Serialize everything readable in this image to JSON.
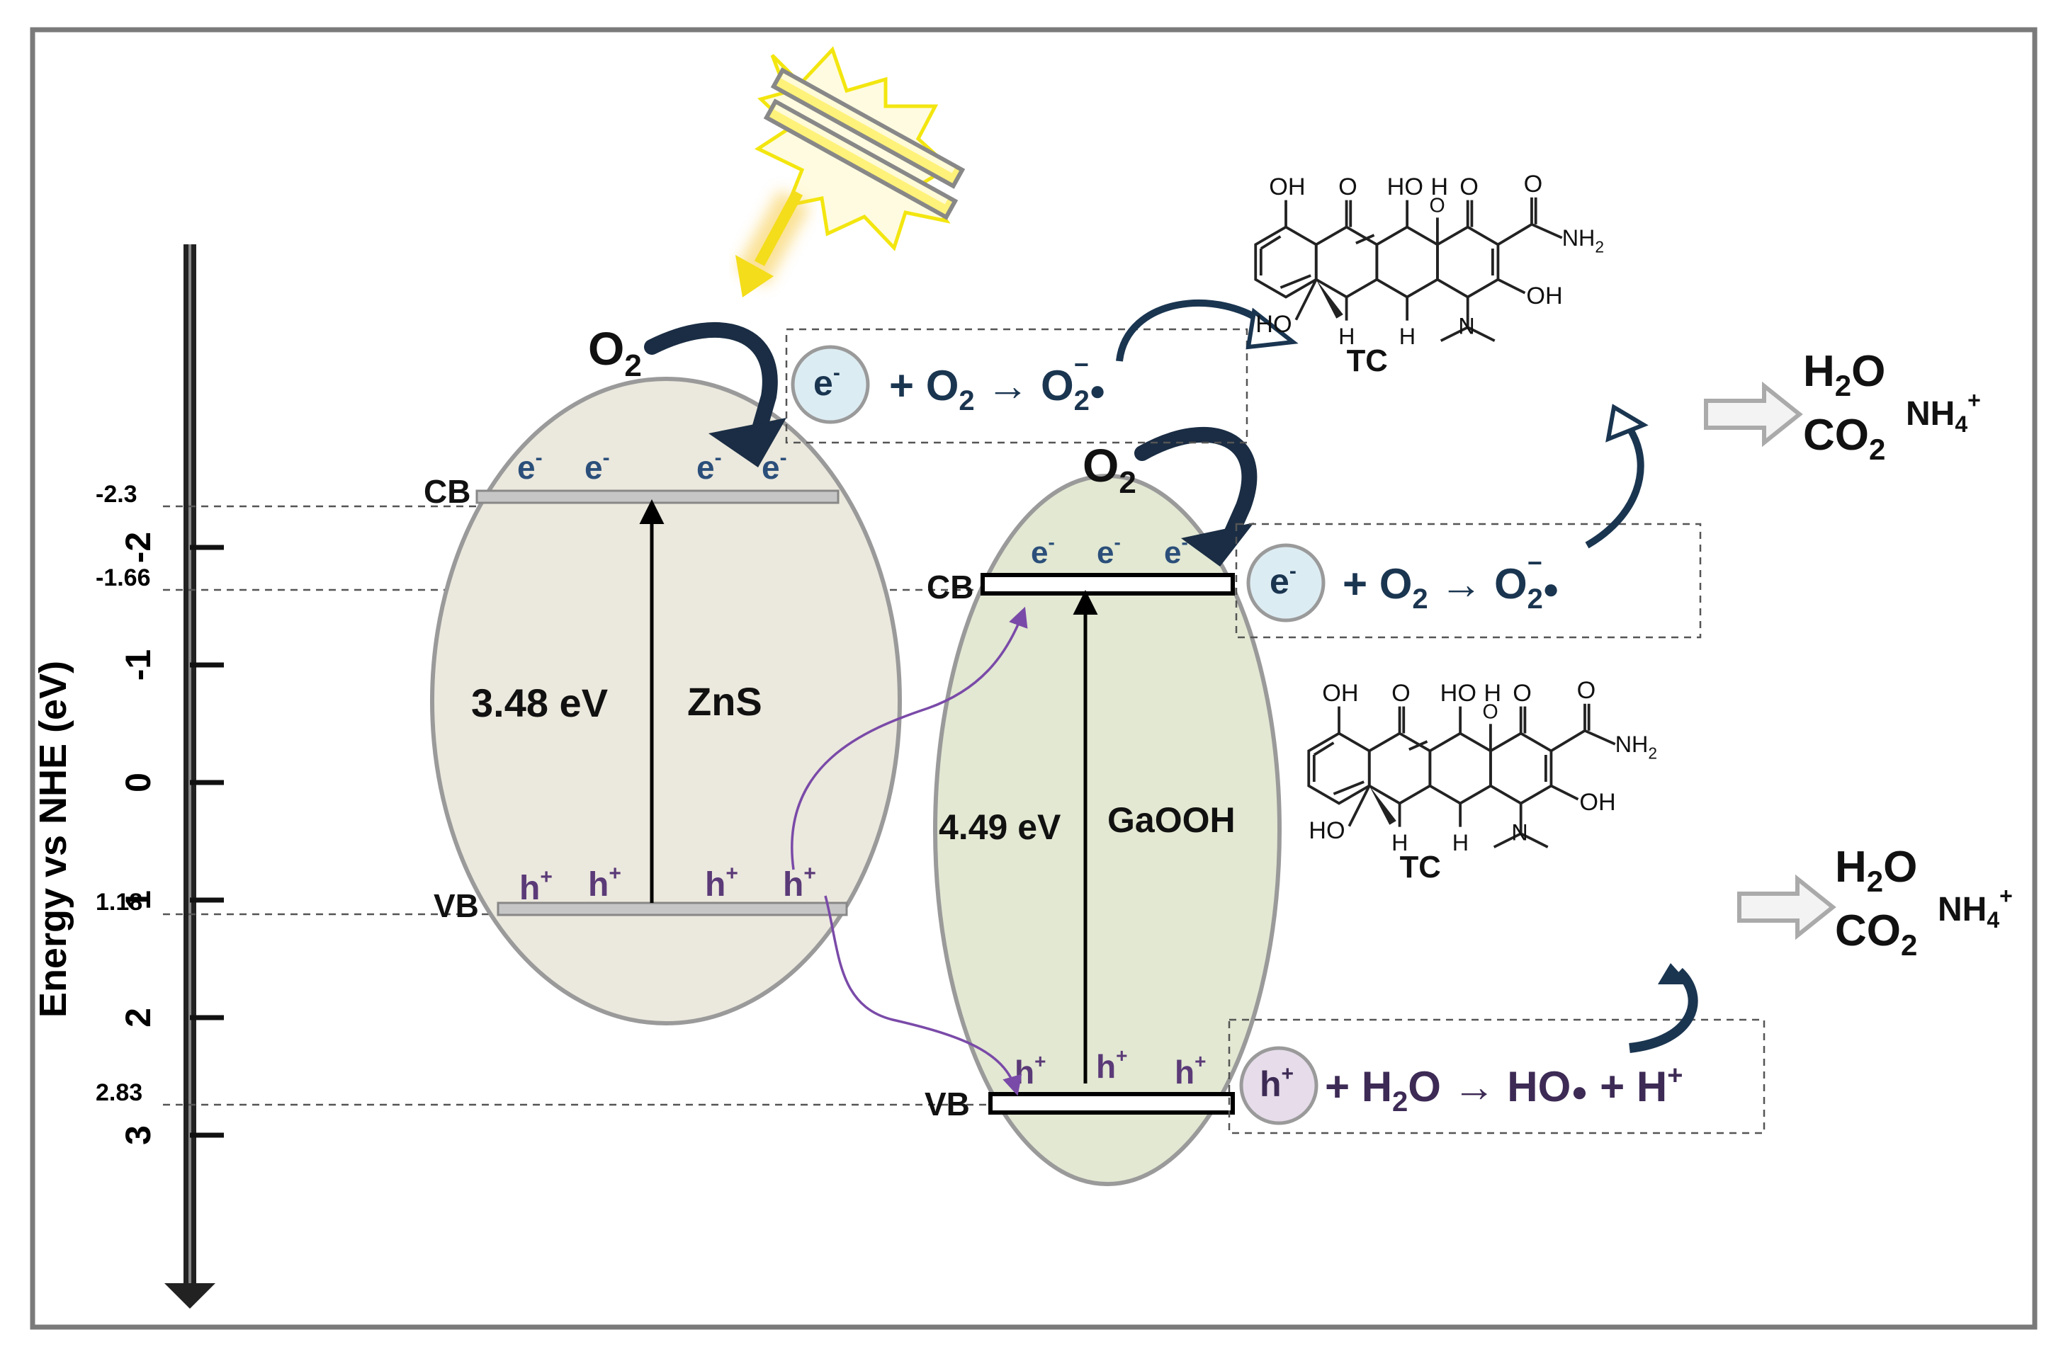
{
  "axis": {
    "title": "Energy vs NHE (eV)",
    "major_ticks": [
      "-2",
      "-1",
      "0",
      "1",
      "2",
      "3"
    ],
    "level_marks": [
      "-2.3",
      "-1.66",
      "1.18",
      "2.83"
    ]
  },
  "zns": {
    "name": "ZnS",
    "gap": "3.48 eV",
    "cb": "CB",
    "vb": "VB",
    "cb_potential": -2.3,
    "vb_potential": 1.18
  },
  "gaooh": {
    "name": "GaOOH",
    "gap": "4.49 eV",
    "cb": "CB",
    "vb": "VB",
    "cb_potential": -1.66,
    "vb_potential": 2.83
  },
  "carriers": {
    "electron": "e",
    "electron_sup": "-",
    "hole": "h",
    "hole_sup": "+"
  },
  "species": {
    "o2_main": "O",
    "o2_sub": "2"
  },
  "reactions": {
    "r1": {
      "circle": "e",
      "circle_sup": "-",
      "pre": "+ O",
      "sub1": "2",
      "arrow": "→",
      "mid": " O",
      "sub2": "2",
      "sup2": "−",
      "dot": "●"
    },
    "r2": {
      "circle": "e",
      "circle_sup": "-",
      "pre": "+ O",
      "sub1": "2",
      "arrow": "→",
      "mid": " O",
      "sub2": "2",
      "sup2": "−",
      "dot": "●"
    },
    "r3": {
      "circle": "h",
      "circle_sup": "+",
      "pre": "+ H",
      "sub1": "2",
      "post1": "O",
      "arrow": "→",
      "mid": " HO",
      "dot": "●",
      "tail": " + H",
      "tail_sup": "+"
    }
  },
  "molecule": {
    "name": "TC",
    "oh": "OH",
    "o": "O",
    "ho": "HO",
    "h": "H",
    "nh2_main": "NH",
    "nh2_sub": "2",
    "n": "N"
  },
  "products": {
    "h2o_pre": "H",
    "h2o_sub": "2",
    "h2o_post": "O",
    "co2_pre": "CO",
    "co2_sub": "2",
    "nh4_main": "NH",
    "nh4_sub": "4",
    "nh4_sup": "+"
  },
  "colors": {
    "zns_fill": "#ebe8dd",
    "gaooh_fill": "#e2e8d2",
    "ellipse_stroke": "#9a9a9a",
    "navy": "#1a3550",
    "electron": "#2b4f7a",
    "hole": "#5b3a78",
    "arrow_yellow": "#f4dd1a",
    "circle_e": "#dcecf3",
    "circle_h": "#e6dcea",
    "frame": "#7a7a7a"
  }
}
